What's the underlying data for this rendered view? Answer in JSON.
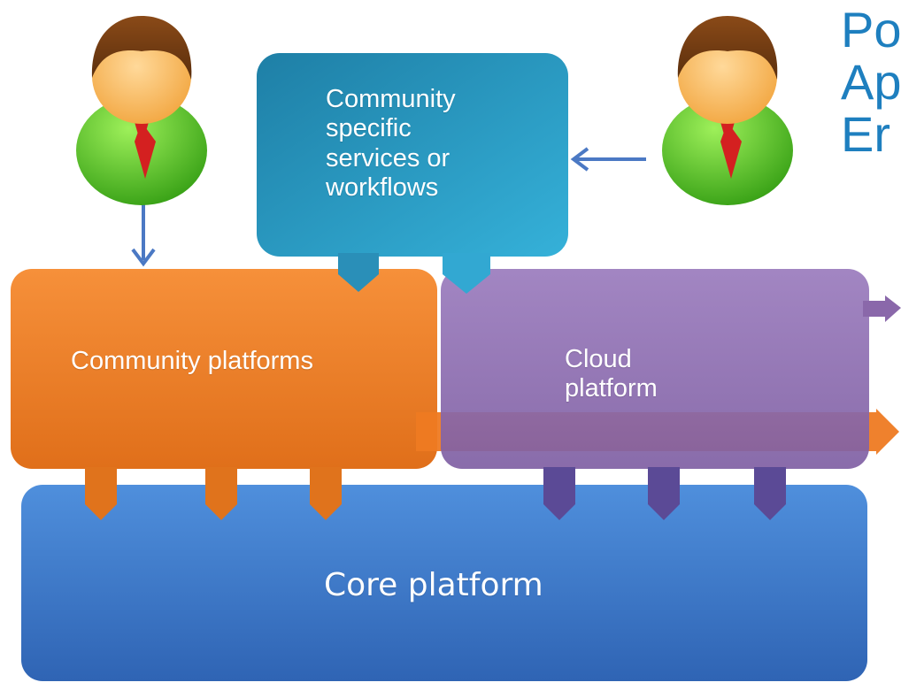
{
  "diagram": {
    "boxes": {
      "community_services": {
        "lines": [
          "Community",
          "specific",
          "services or",
          "workflows"
        ],
        "color": "#2a9ec7"
      },
      "community_platforms": {
        "label": "Community platforms",
        "color": "#ee7a22"
      },
      "cloud_platform": {
        "lines": [
          "Cloud",
          "platform"
        ],
        "color": "#8a68aa"
      },
      "core_platform": {
        "label": "Core platform",
        "color": "#3b73c8"
      }
    },
    "users": [
      {
        "icon": "user-icon"
      },
      {
        "icon": "user-icon"
      }
    ],
    "side_text_fragments": [
      "Po",
      "Ap",
      "Er"
    ],
    "colors": {
      "side_text": "#1e7fbf",
      "arrow": "#4b79c4"
    }
  }
}
